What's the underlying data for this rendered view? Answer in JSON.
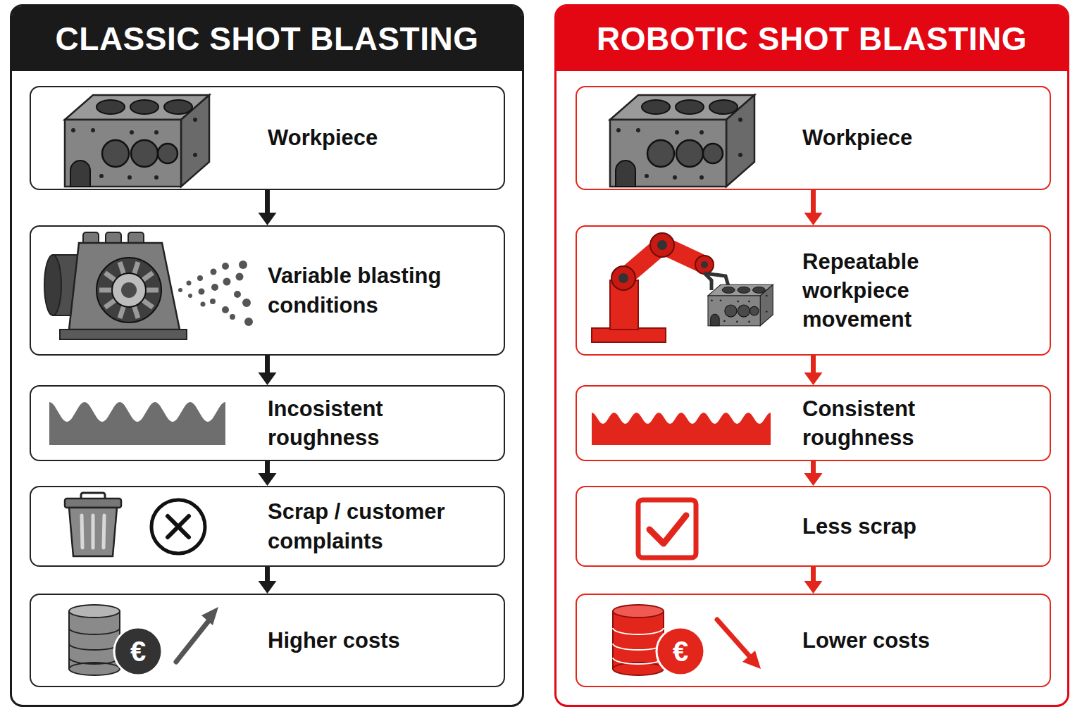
{
  "diagram": {
    "nodes": [
      {
        "text": [
          "CLASSIC SHOT BLASTING"
        ]
      },
      {
        "text": [
          "Workpiece"
        ],
        "in": 0
      },
      {
        "text": [
          "Variable blasting conditions"
        ],
        "in": 0
      },
      {
        "text": [
          "Incosistent roughness"
        ],
        "in": 0
      },
      {
        "text": [
          "Scrap / customer complaints"
        ],
        "in": 0
      },
      {
        "text": [
          "Higher costs"
        ],
        "in": 0
      },
      {
        "text": [
          "ROBOTIC SHOT BLASTING"
        ]
      },
      {
        "text": [
          "Workpiece"
        ],
        "in": 6
      },
      {
        "text": [
          "Repeatable workpiece movement"
        ],
        "in": 6
      },
      {
        "text": [
          "Consistent roughness"
        ],
        "in": 6
      },
      {
        "text": [
          "Less scrap"
        ],
        "in": 6
      },
      {
        "text": [
          "Lower costs"
        ],
        "in": 6
      }
    ],
    "edges": [
      {
        "from": 1,
        "to": 2,
        "arrow": "to"
      },
      {
        "from": 2,
        "to": 3,
        "arrow": "to"
      },
      {
        "from": 3,
        "to": 4,
        "arrow": "to"
      },
      {
        "from": 4,
        "to": 5,
        "arrow": "to"
      },
      {
        "from": 7,
        "to": 8,
        "arrow": "to"
      },
      {
        "from": 8,
        "to": 9,
        "arrow": "to"
      },
      {
        "from": 9,
        "to": 10,
        "arrow": "to"
      },
      {
        "from": 10,
        "to": 11,
        "arrow": "to"
      }
    ],
    "labels": [
      "€",
      "€"
    ]
  }
}
